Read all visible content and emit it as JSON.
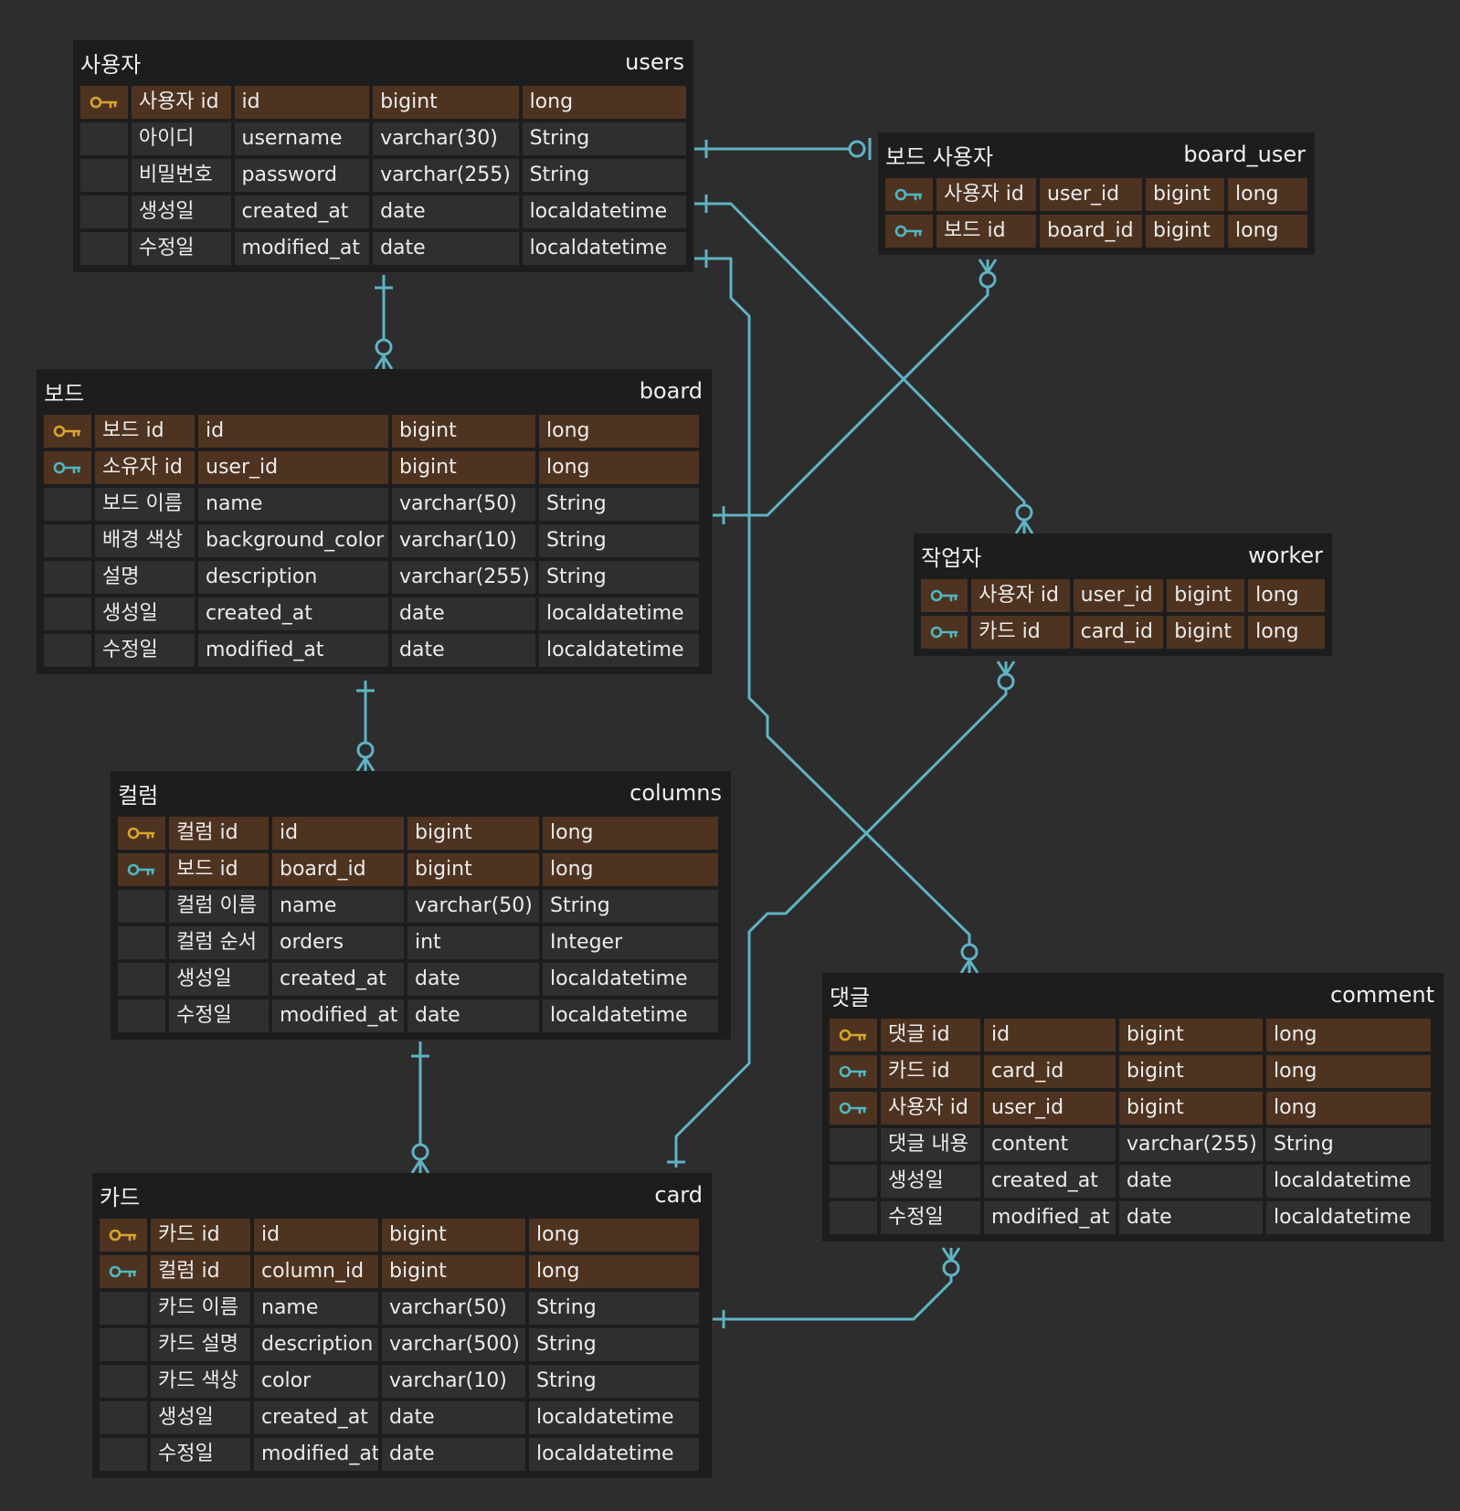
{
  "colors": {
    "background": "#2d2d2d",
    "entity": "#1d1d1d",
    "row": "#2f2f2f",
    "key_row": "#4e3320",
    "primary_key_icon": "#d8a62a",
    "foreign_key_icon": "#4fb8c0",
    "connector": "#5fb3c4"
  },
  "entities": {
    "users": {
      "logical": "사용자",
      "physical": "users",
      "rows": [
        {
          "key": "primary",
          "key_icon": "primary-key-icon",
          "logical": "사용자 id",
          "name": "id",
          "type": "bigint",
          "java": "long"
        },
        {
          "key": "none",
          "logical": "아이디",
          "name": "username",
          "type": "varchar(30)",
          "java": "String"
        },
        {
          "key": "none",
          "logical": "비밀번호",
          "name": "password",
          "type": "varchar(255)",
          "java": "String"
        },
        {
          "key": "none",
          "logical": "생성일",
          "name": "created_at",
          "type": "date",
          "java": "localdatetime"
        },
        {
          "key": "none",
          "logical": "수정일",
          "name": "modified_at",
          "type": "date",
          "java": "localdatetime"
        }
      ]
    },
    "board_user": {
      "logical": "보드 사용자",
      "physical": "board_user",
      "rows": [
        {
          "key": "foreign",
          "key_icon": "foreign-key-icon",
          "logical": "사용자 id",
          "name": "user_id",
          "type": "bigint",
          "java": "long"
        },
        {
          "key": "foreign",
          "key_icon": "foreign-key-icon",
          "logical": "보드 id",
          "name": "board_id",
          "type": "bigint",
          "java": "long"
        }
      ]
    },
    "board": {
      "logical": "보드",
      "physical": "board",
      "rows": [
        {
          "key": "primary",
          "key_icon": "primary-key-icon",
          "logical": "보드 id",
          "name": "id",
          "type": "bigint",
          "java": "long"
        },
        {
          "key": "foreign",
          "key_icon": "foreign-key-icon",
          "logical": "소유자 id",
          "name": "user_id",
          "type": "bigint",
          "java": "long"
        },
        {
          "key": "none",
          "logical": "보드 이름",
          "name": "name",
          "type": "varchar(50)",
          "java": "String"
        },
        {
          "key": "none",
          "logical": "배경 색상",
          "name": "background_color",
          "type": "varchar(10)",
          "java": "String"
        },
        {
          "key": "none",
          "logical": "설명",
          "name": "description",
          "type": "varchar(255)",
          "java": "String"
        },
        {
          "key": "none",
          "logical": "생성일",
          "name": "created_at",
          "type": "date",
          "java": "localdatetime"
        },
        {
          "key": "none",
          "logical": "수정일",
          "name": "modified_at",
          "type": "date",
          "java": "localdatetime"
        }
      ]
    },
    "worker": {
      "logical": "작업자",
      "physical": "worker",
      "rows": [
        {
          "key": "foreign",
          "key_icon": "foreign-key-icon",
          "logical": "사용자 id",
          "name": "user_id",
          "type": "bigint",
          "java": "long"
        },
        {
          "key": "foreign",
          "key_icon": "foreign-key-icon",
          "logical": "카드 id",
          "name": "card_id",
          "type": "bigint",
          "java": "long"
        }
      ]
    },
    "columns": {
      "logical": "컬럼",
      "physical": "columns",
      "rows": [
        {
          "key": "primary",
          "key_icon": "primary-key-icon",
          "logical": "컬럼 id",
          "name": "id",
          "type": "bigint",
          "java": "long"
        },
        {
          "key": "foreign",
          "key_icon": "foreign-key-icon",
          "logical": "보드 id",
          "name": "board_id",
          "type": "bigint",
          "java": "long"
        },
        {
          "key": "none",
          "logical": "컬럼 이름",
          "name": "name",
          "type": "varchar(50)",
          "java": "String"
        },
        {
          "key": "none",
          "logical": "컬럼 순서",
          "name": "orders",
          "type": "int",
          "java": "Integer"
        },
        {
          "key": "none",
          "logical": "생성일",
          "name": "created_at",
          "type": "date",
          "java": "localdatetime"
        },
        {
          "key": "none",
          "logical": "수정일",
          "name": "modified_at",
          "type": "date",
          "java": "localdatetime"
        }
      ]
    },
    "comment": {
      "logical": "댓글",
      "physical": "comment",
      "rows": [
        {
          "key": "primary",
          "key_icon": "primary-key-icon",
          "logical": "댓글 id",
          "name": "id",
          "type": "bigint",
          "java": "long"
        },
        {
          "key": "foreign",
          "key_icon": "foreign-key-icon",
          "logical": "카드 id",
          "name": "card_id",
          "type": "bigint",
          "java": "long"
        },
        {
          "key": "foreign",
          "key_icon": "foreign-key-icon",
          "logical": "사용자 id",
          "name": "user_id",
          "type": "bigint",
          "java": "long"
        },
        {
          "key": "none",
          "logical": "댓글 내용",
          "name": "content",
          "type": "varchar(255)",
          "java": "String"
        },
        {
          "key": "none",
          "logical": "생성일",
          "name": "created_at",
          "type": "date",
          "java": "localdatetime"
        },
        {
          "key": "none",
          "logical": "수정일",
          "name": "modified_at",
          "type": "date",
          "java": "localdatetime"
        }
      ]
    },
    "card": {
      "logical": "카드",
      "physical": "card",
      "rows": [
        {
          "key": "primary",
          "key_icon": "primary-key-icon",
          "logical": "카드 id",
          "name": "id",
          "type": "bigint",
          "java": "long"
        },
        {
          "key": "foreign",
          "key_icon": "foreign-key-icon",
          "logical": "컬럼 id",
          "name": "column_id",
          "type": "bigint",
          "java": "long"
        },
        {
          "key": "none",
          "logical": "카드 이름",
          "name": "name",
          "type": "varchar(50)",
          "java": "String"
        },
        {
          "key": "none",
          "logical": "카드 설명",
          "name": "description",
          "type": "varchar(500)",
          "java": "String"
        },
        {
          "key": "none",
          "logical": "카드 색상",
          "name": "color",
          "type": "varchar(10)",
          "java": "String"
        },
        {
          "key": "none",
          "logical": "생성일",
          "name": "created_at",
          "type": "date",
          "java": "localdatetime"
        },
        {
          "key": "none",
          "logical": "수정일",
          "name": "modified_at",
          "type": "date",
          "java": "localdatetime"
        }
      ]
    }
  },
  "relationships": [
    {
      "from": "users",
      "to": "board_user",
      "parent": "one-only",
      "child": "zero-or-one"
    },
    {
      "from": "users",
      "to": "board",
      "parent": "one-only",
      "child": "zero-or-many"
    },
    {
      "from": "users",
      "to": "worker",
      "parent": "one-only",
      "child": "zero-or-many"
    },
    {
      "from": "users",
      "to": "comment",
      "parent": "one-only",
      "child": "zero-or-many"
    },
    {
      "from": "board",
      "to": "board_user",
      "parent": "one-only",
      "child": "zero-or-many"
    },
    {
      "from": "board",
      "to": "columns",
      "parent": "one-only",
      "child": "zero-or-many"
    },
    {
      "from": "columns",
      "to": "card",
      "parent": "one-only",
      "child": "zero-or-many"
    },
    {
      "from": "card",
      "to": "worker",
      "parent": "one-only",
      "child": "zero-or-many"
    },
    {
      "from": "card",
      "to": "comment",
      "parent": "one-only",
      "child": "zero-or-many"
    }
  ]
}
